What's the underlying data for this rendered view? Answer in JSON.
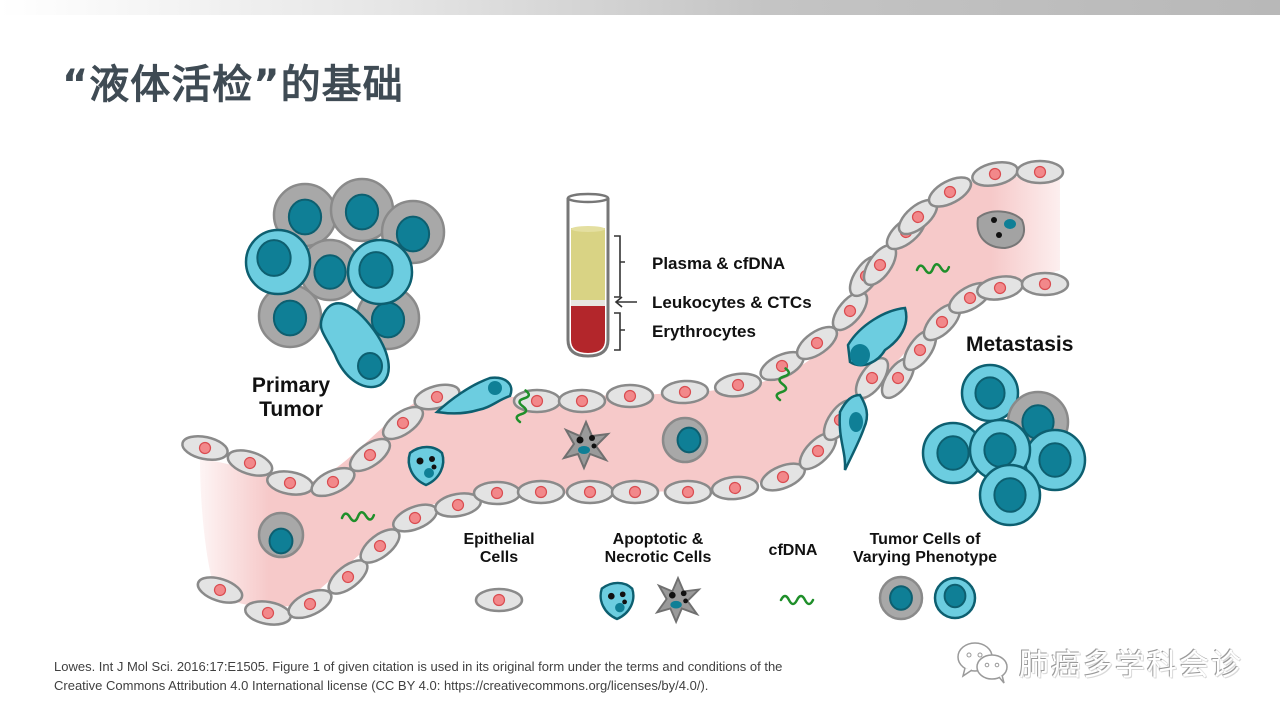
{
  "slide": {
    "title": "“液体活检”的基础"
  },
  "diagram": {
    "labels": {
      "primary_tumor_line1": "Primary",
      "primary_tumor_line2": "Tumor",
      "metastasis": "Metastasis"
    },
    "blood_tube": {
      "layers": [
        {
          "name": "plasma",
          "label": "Plasma & cfDNA",
          "color": "#d9d384",
          "marker": "bracket"
        },
        {
          "name": "buffy_coat",
          "label": "Leukocytes & CTCs",
          "color": "#e8e6e0",
          "marker": "arrow"
        },
        {
          "name": "erythrocytes",
          "label": "Erythrocytes",
          "color": "#b3262b",
          "marker": "bracket"
        }
      ]
    },
    "legend": [
      {
        "id": "epithelial",
        "line1": "Epithelial",
        "line2": "Cells",
        "icon": "epithelial-cell-icon"
      },
      {
        "id": "apoptotic",
        "line1": "Apoptotic &",
        "line2": "Necrotic Cells",
        "icon": "apoptotic-cell-icon"
      },
      {
        "id": "cfdna",
        "line1": "cfDNA",
        "line2": "",
        "icon": "cfdna-icon"
      },
      {
        "id": "tumor",
        "line1": "Tumor Cells of",
        "line2": "Varying Phenotype",
        "icon": "tumor-cell-icon"
      }
    ],
    "colors": {
      "vessel_lumen": "#f6c9c9",
      "epithelial_fill": "#e3e3e3",
      "epithelial_stroke": "#8a8a8a",
      "epithelial_nucleus": "#f2888a",
      "tumor_light": "#6ccde0",
      "tumor_nucleus": "#0f7f96",
      "tumor_stroke": "#0d5f70",
      "tumor_gray": "#a8a8a8",
      "cfdna_green": "#1f8f2a"
    }
  },
  "citation": {
    "line1": "Lowes. Int J Mol Sci. 2016:17:E1505.  Figure 1 of given citation is used in its original form under the terms and conditions of the",
    "line2": "Creative Commons  Attribution  4.0 International  license (CC BY 4.0: https://creativecommons.org/licenses/by/4.0/)."
  },
  "watermark": {
    "text": "肺癌多学科会诊",
    "icon": "wechat-icon"
  }
}
